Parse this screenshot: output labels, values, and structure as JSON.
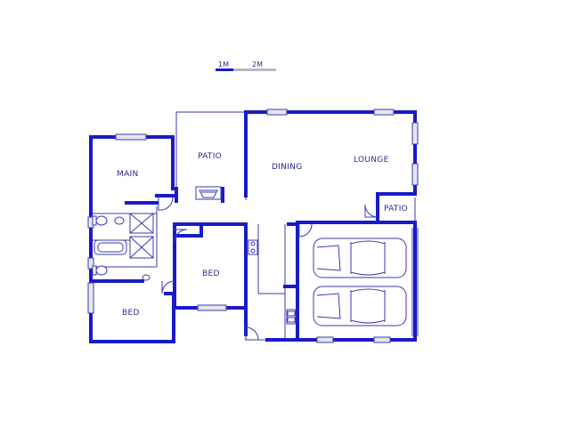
{
  "scale": {
    "label_1m": "1M",
    "label_2m": "2M"
  },
  "rooms": {
    "main": "MAIN",
    "patio_top": "PATIO",
    "dining": "DINING",
    "lounge": "LOUNGE",
    "patio_right": "PATIO",
    "bed_center": "BED",
    "bed_left": "BED"
  },
  "colors": {
    "wall": "#1a1ac8",
    "line": "#3a3ab0",
    "text": "#2a2a90",
    "background": "#ffffff"
  }
}
